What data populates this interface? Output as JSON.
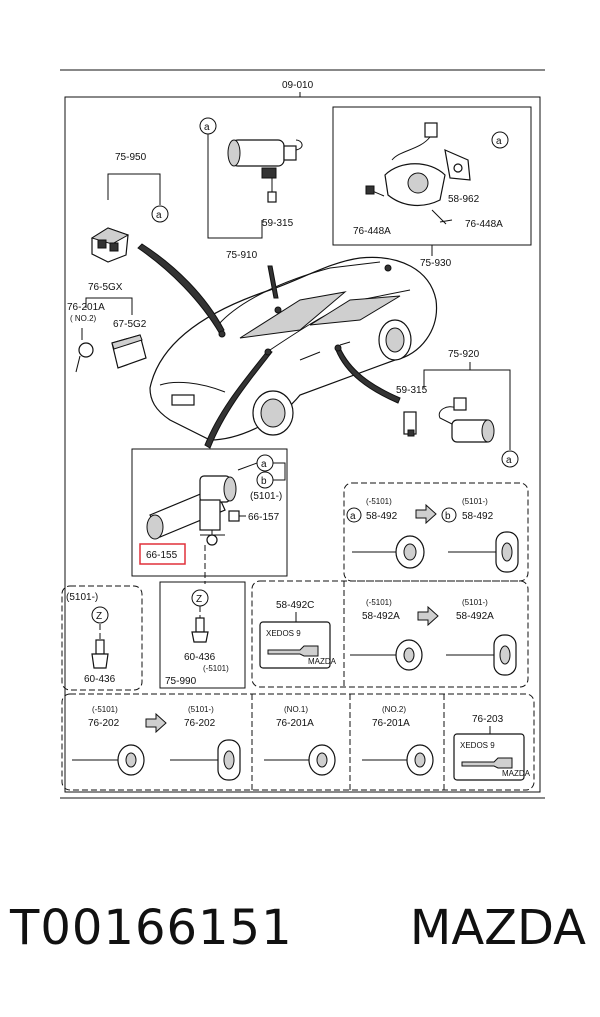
{
  "diagram": {
    "page_ref": "09-010",
    "labels": {
      "p75_950": "75-950",
      "p75_910": "75-910",
      "p59_315_top": "59-315",
      "p58_962": "58-962",
      "p76_448a_left": "76-448A",
      "p76_448a_right": "76-448A",
      "p75_930": "75-930",
      "p76_5gx": "76-5GX",
      "p76_201a_top": "76-201A",
      "no2_top": "( NO.2)",
      "p67_5g2": "67-5G2",
      "p75_920": "75-920",
      "p59_315_right": "59-315",
      "p66_157": "66-157",
      "p66_155": "66-155",
      "p5101_dash_detail": "(5101-)",
      "p5101_left_box": "(5101-)",
      "p60_436_left": "60-436",
      "p60_436_mid": "60-436",
      "m5101_mid": "(-5101)",
      "p75_990": "75-990",
      "m5101_key_a": "(-5101)",
      "p58_492_a": "58-492",
      "p5101_key_b": "(5101-)",
      "p58_492_b": "58-492",
      "p58_492c": "58-492C",
      "m5101_key_c": "(-5101)",
      "p58_492a_c": "58-492A",
      "p5101_key_d": "(5101-)",
      "p58_492a_d": "58-492A",
      "m5101_bottom_a": "(-5101)",
      "p76_202_a": "76-202",
      "p5101_bottom_b": "(5101-)",
      "p76_202_b": "76-202",
      "no1": "(NO.1)",
      "p76_201a_c": "76-201A",
      "no2_bottom": "(NO.2)",
      "p76_201a_d": "76-201A",
      "p76_203": "76-203",
      "xedos_card": "XEDOS 9",
      "mazda_card": "MAZDA",
      "xedos_card2": "XEDOS 9",
      "mazda_card2": "MAZDA"
    },
    "callouts": {
      "a": "a",
      "b": "b",
      "z": "Z"
    },
    "highlight_color": "#e0303a"
  },
  "footer": {
    "part_code": "T00166151",
    "brand": "MAZDA"
  }
}
